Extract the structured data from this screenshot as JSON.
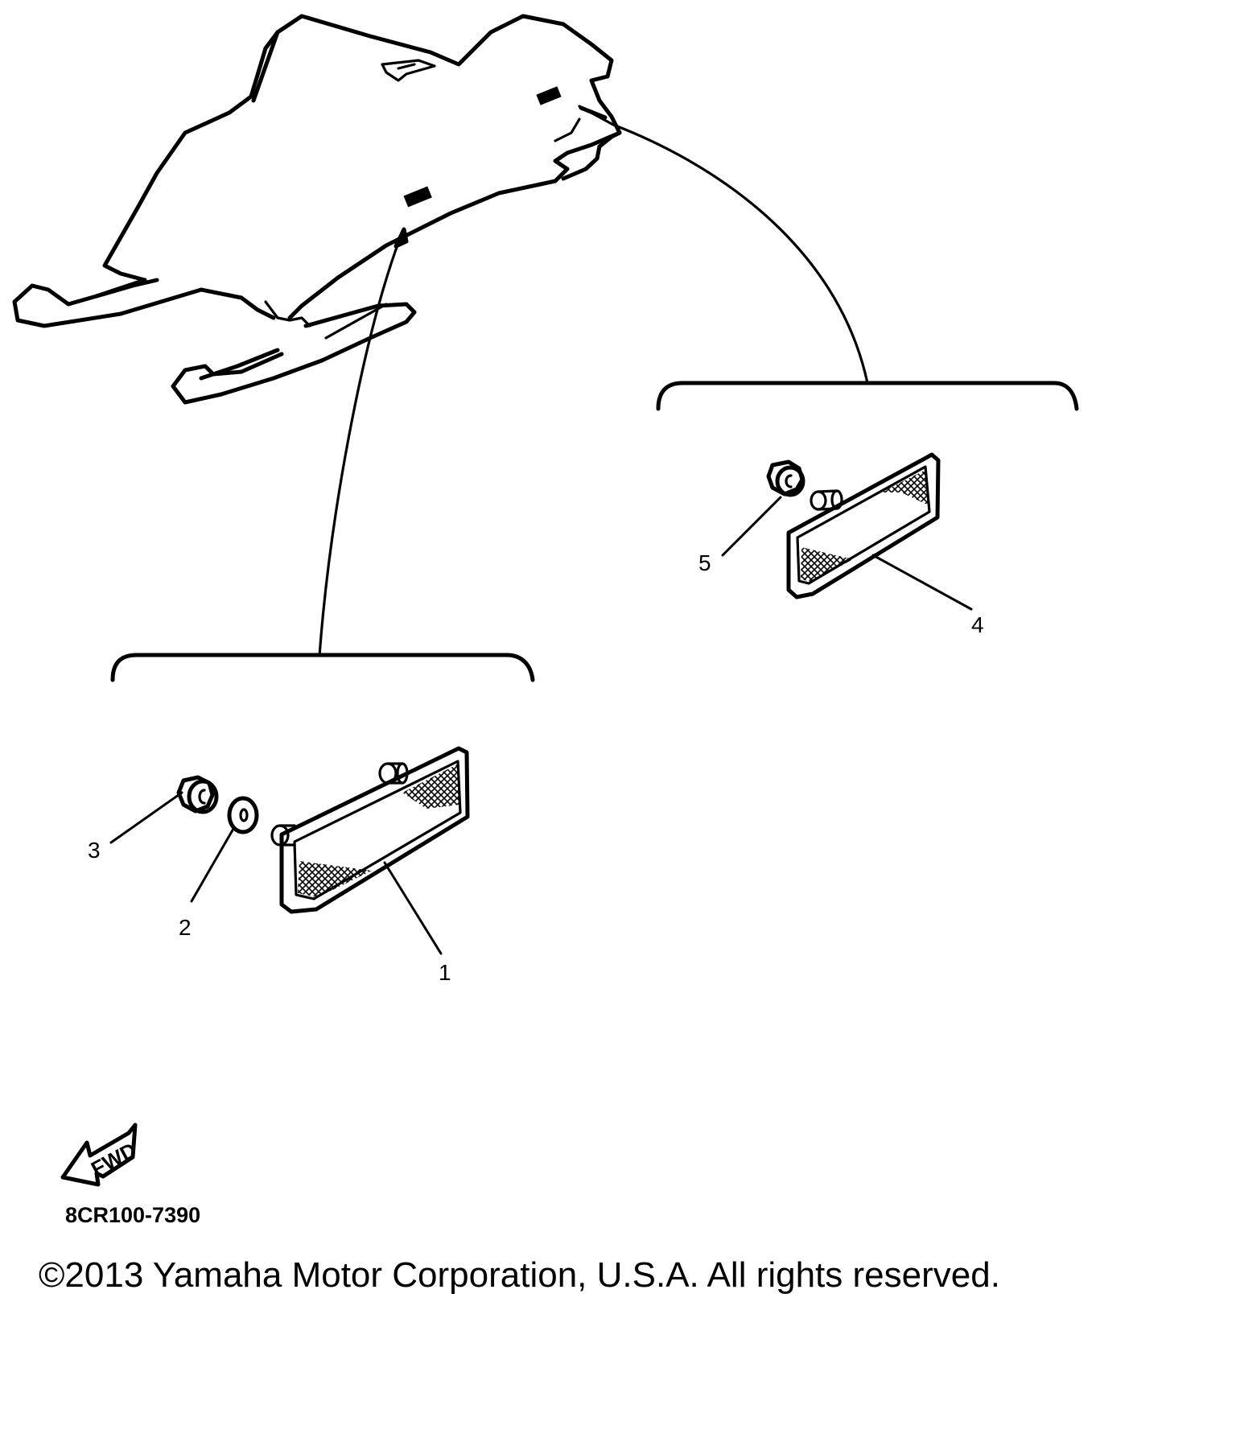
{
  "diagram": {
    "callouts": [
      {
        "id": "1",
        "label": "1"
      },
      {
        "id": "2",
        "label": "2"
      },
      {
        "id": "3",
        "label": "3"
      },
      {
        "id": "4",
        "label": "4"
      },
      {
        "id": "5",
        "label": "5"
      }
    ],
    "fwd_label": "FWD",
    "part_code": "8CR100-7390"
  },
  "footer": {
    "copyright": "©2013 Yamaha Motor Corporation, U.S.A. All rights reserved."
  }
}
